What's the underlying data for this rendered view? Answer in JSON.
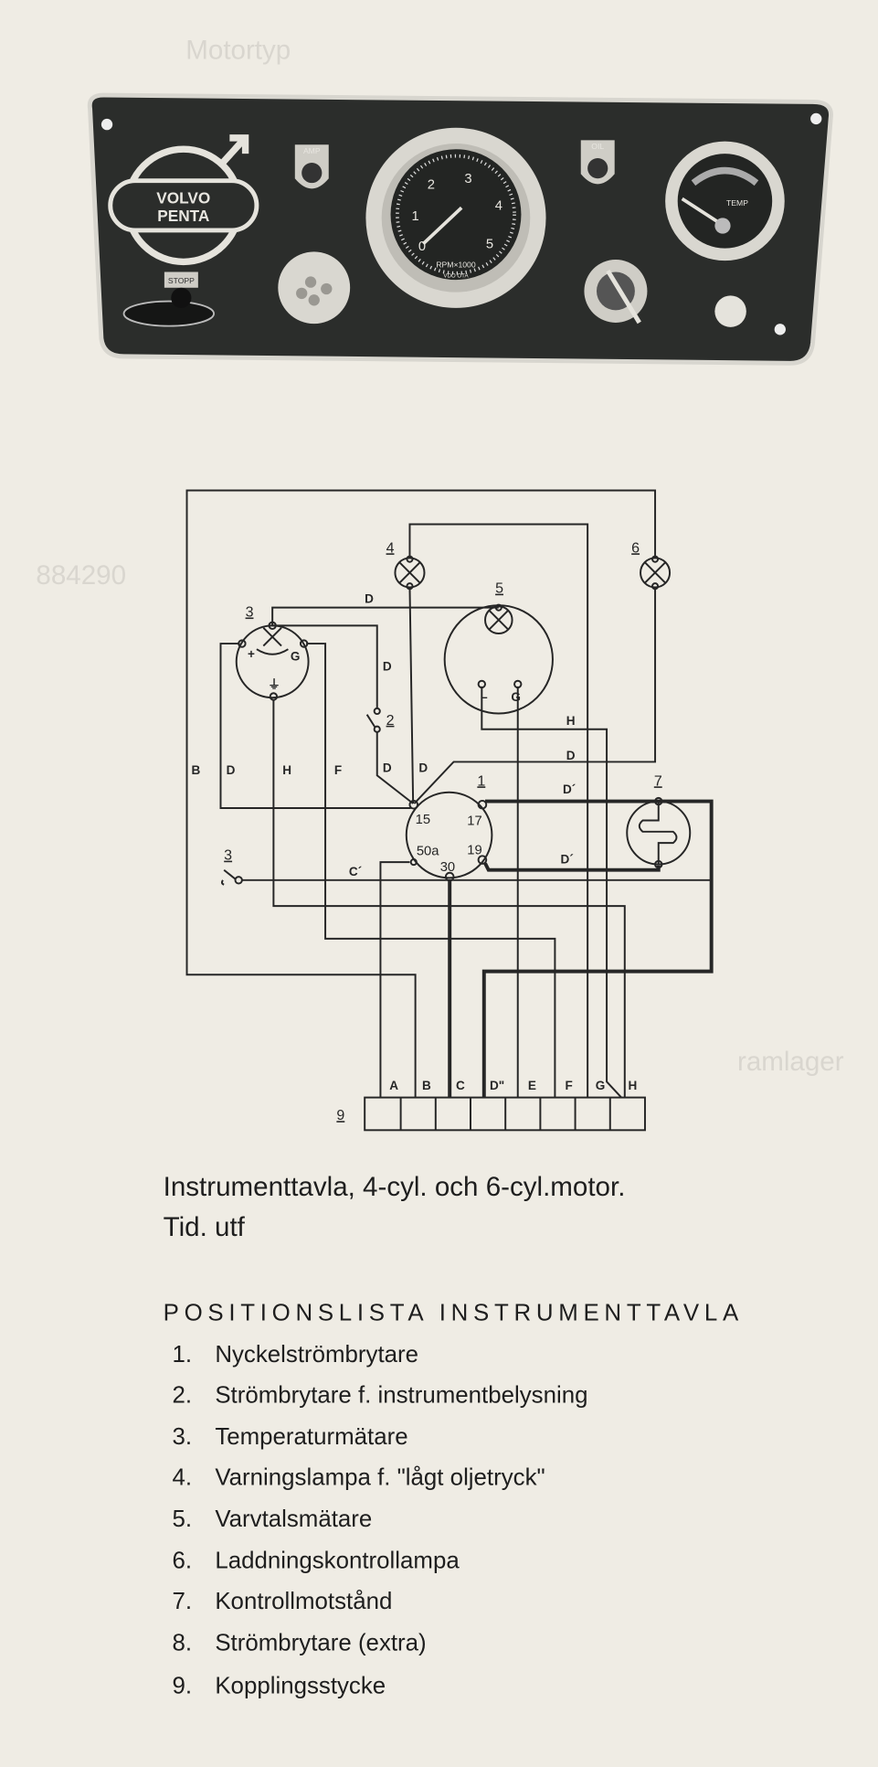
{
  "photo": {
    "logo_text": [
      "VOLVO",
      "PENTA"
    ],
    "amp_label": "AMP",
    "oil_label": "OIL",
    "tach_numbers": [
      "0",
      "1",
      "2",
      "3",
      "4",
      "5"
    ],
    "tach_unit": "RPM×1000",
    "tach_brand": "VDO OTA",
    "temp_label": "TEMP",
    "stop_label": "STOPP"
  },
  "diagram": {
    "components": {
      "c1": "1",
      "c2": "2",
      "c3": "3",
      "c3b": "3",
      "c4": "4",
      "c5": "5",
      "c6": "6",
      "c7": "7",
      "c9": "9"
    },
    "wire_labels": [
      "B",
      "D",
      "H",
      "F",
      "D",
      "D",
      "D",
      "D",
      "H",
      "D",
      "D´",
      "D´",
      "C´"
    ],
    "gauge3_terminals": [
      "+",
      "G",
      "⏚"
    ],
    "gauge5_terminals": [
      "–",
      "G"
    ],
    "ignition_terminals": [
      "15",
      "17",
      "50a",
      "30",
      "19"
    ],
    "connector_pins": [
      "A",
      "B",
      "C",
      "D\"",
      "E",
      "F",
      "G",
      "H"
    ]
  },
  "caption": {
    "line1": "Instrumenttavla, 4-cyl. och 6-cyl.motor.",
    "line2": "Tid. utf"
  },
  "position_list": {
    "title": "POSITIONSLISTA INSTRUMENTTAVLA",
    "items": [
      {
        "num": "1.",
        "text": "Nyckelströmbrytare"
      },
      {
        "num": "2.",
        "text": "Strömbrytare f. instrumentbelysning"
      },
      {
        "num": "3.",
        "text": "Temperaturmätare"
      },
      {
        "num": "4.",
        "text": "Varningslampa f. \"lågt oljetryck\""
      },
      {
        "num": "5.",
        "text": "Varvtalsmätare"
      },
      {
        "num": "6.",
        "text": "Laddningskontrollampa"
      },
      {
        "num": "7.",
        "text": "Kontrollmotstånd"
      },
      {
        "num": "8.",
        "text": "Strömbrytare (extra)"
      },
      {
        "num": "9.",
        "text": "Kopplingsstycke"
      }
    ]
  },
  "showthrough": [
    "Motortyp",
    "884290",
    "ramlager"
  ]
}
